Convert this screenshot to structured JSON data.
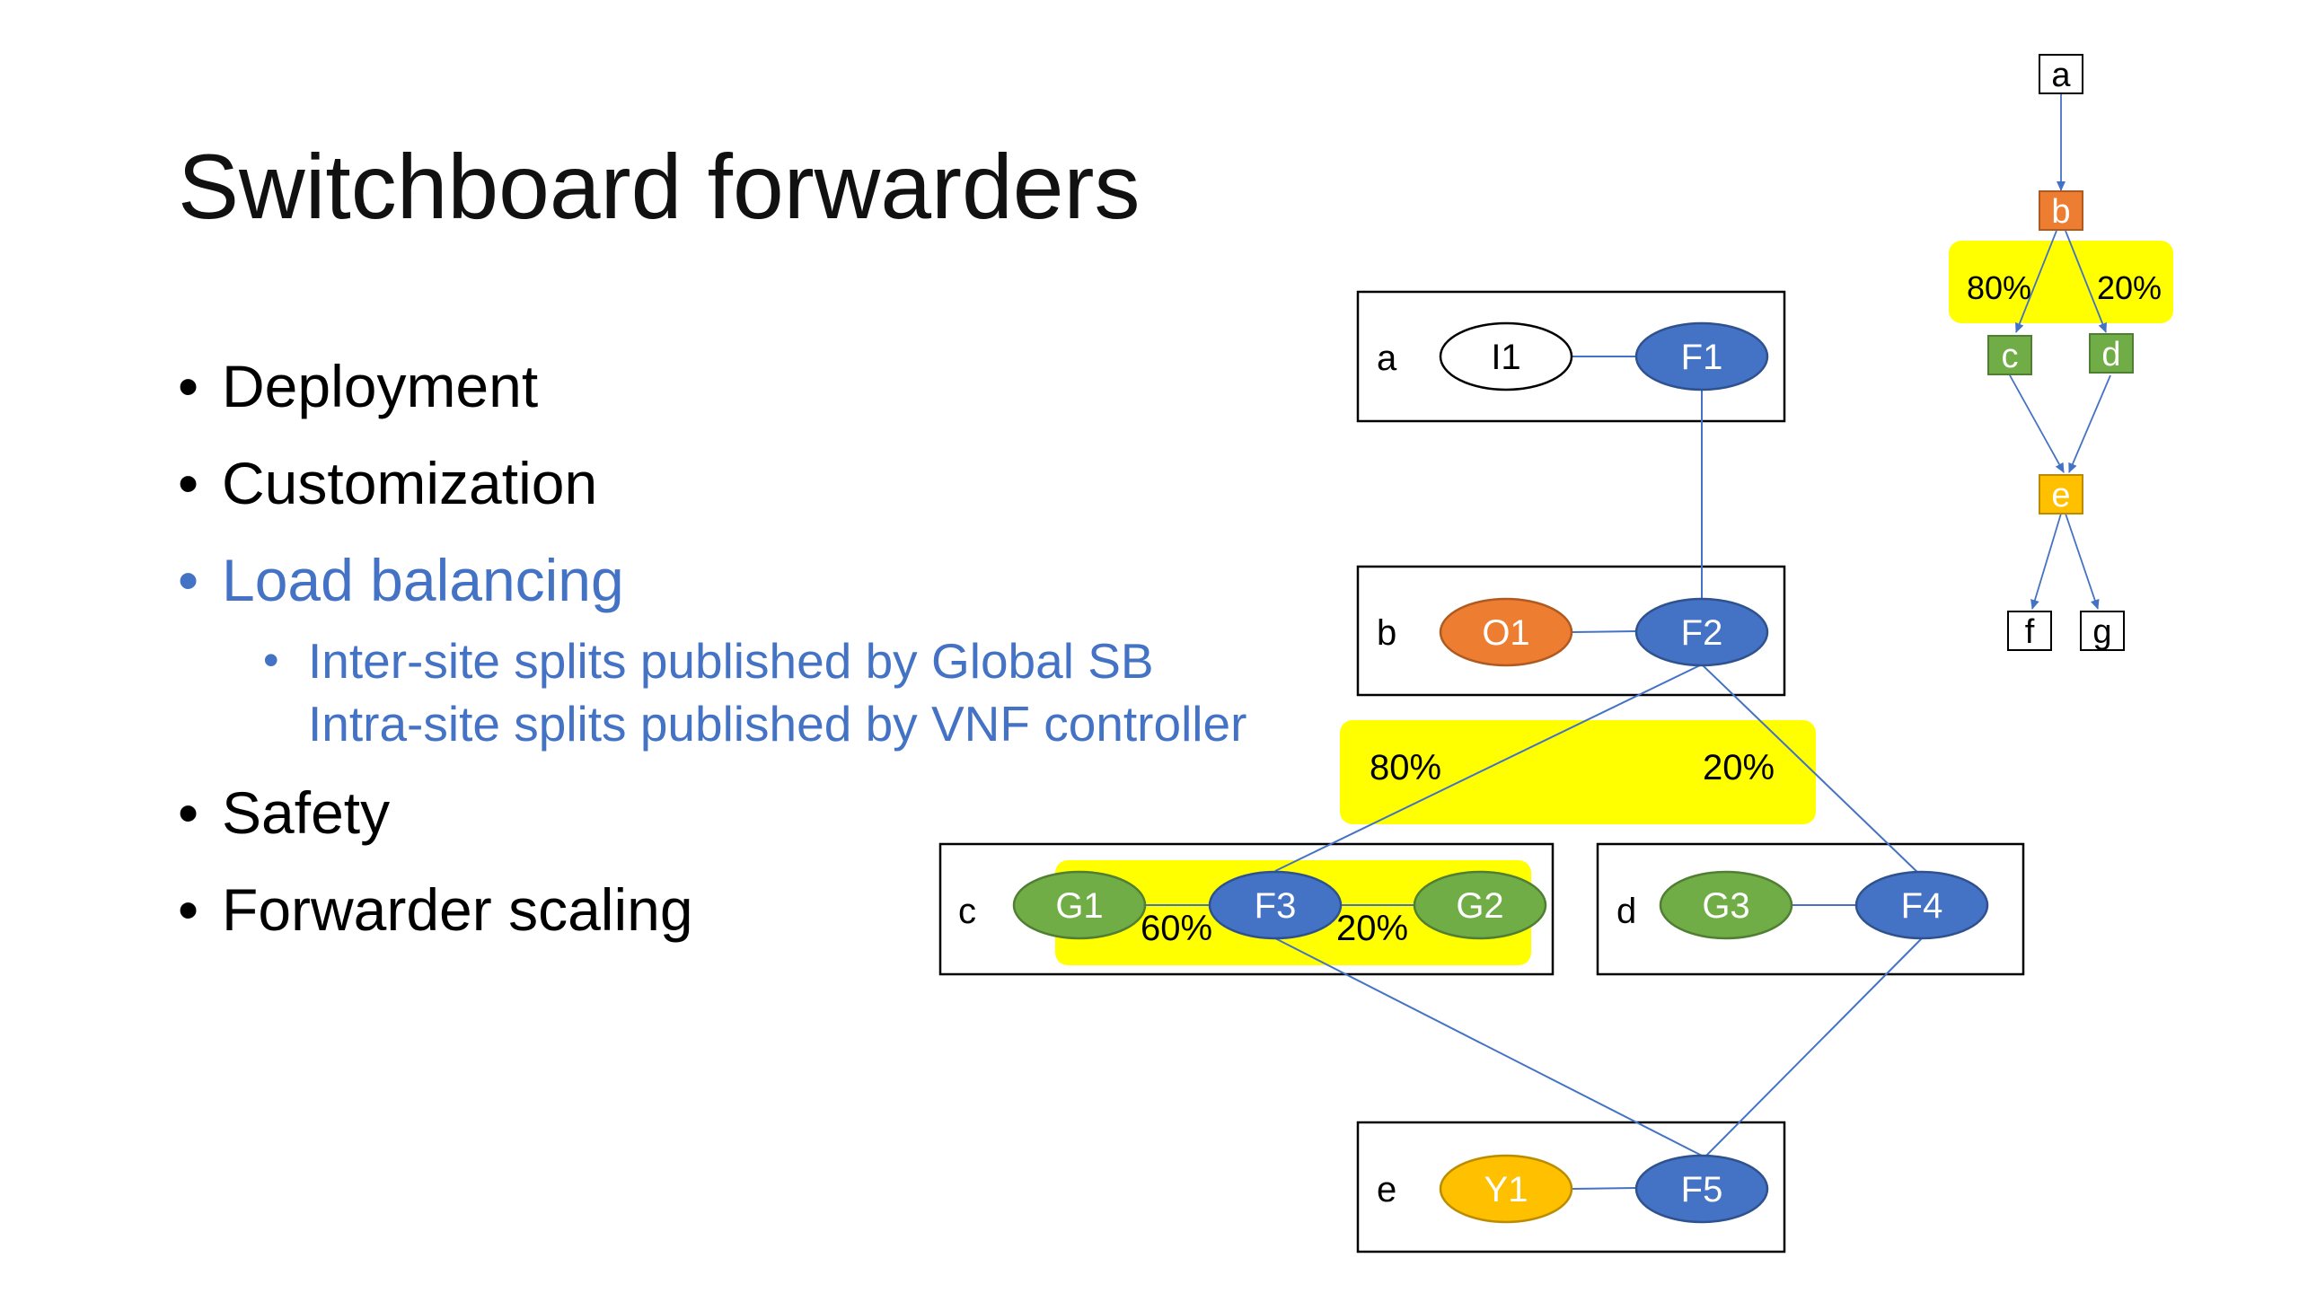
{
  "slide": {
    "title": "Switchboard forwarders",
    "bullets": [
      {
        "text": "Deployment",
        "color": "#000000"
      },
      {
        "text": "Customization",
        "color": "#000000"
      },
      {
        "text": "Load balancing",
        "color": "#4472C4"
      },
      {
        "text": "Safety",
        "color": "#000000"
      },
      {
        "text": "Forwarder scaling",
        "color": "#000000"
      }
    ],
    "sub_bullet": {
      "line1": "Inter-site splits published by Global SB",
      "line2": "Intra-site splits published by VNF controller",
      "color": "#4472C4"
    },
    "bullet_glyph": "•"
  },
  "diagram": {
    "sites": [
      {
        "label": "a",
        "nodes": [
          "I1",
          "F1"
        ]
      },
      {
        "label": "b",
        "nodes": [
          "O1",
          "F2"
        ]
      },
      {
        "label": "c",
        "nodes": [
          "G1",
          "F3",
          "G2"
        ]
      },
      {
        "label": "d",
        "nodes": [
          "G3",
          "F4"
        ]
      },
      {
        "label": "e",
        "nodes": [
          "Y1",
          "F5"
        ]
      }
    ],
    "nodes": {
      "I1": {
        "label": "I1",
        "fill": "#ffffff",
        "text_color": "#000000"
      },
      "F1": {
        "label": "F1",
        "fill": "#4472C4",
        "text_color": "#ffffff"
      },
      "O1": {
        "label": "O1",
        "fill": "#ED7D31",
        "text_color": "#ffffff"
      },
      "F2": {
        "label": "F2",
        "fill": "#4472C4",
        "text_color": "#ffffff"
      },
      "G1": {
        "label": "G1",
        "fill": "#70AD47",
        "text_color": "#ffffff"
      },
      "F3": {
        "label": "F3",
        "fill": "#4472C4",
        "text_color": "#ffffff"
      },
      "G2": {
        "label": "G2",
        "fill": "#70AD47",
        "text_color": "#ffffff"
      },
      "G3": {
        "label": "G3",
        "fill": "#70AD47",
        "text_color": "#ffffff"
      },
      "F4": {
        "label": "F4",
        "fill": "#4472C4",
        "text_color": "#ffffff"
      },
      "Y1": {
        "label": "Y1",
        "fill": "#FFC000",
        "text_color": "#ffffff"
      },
      "F5": {
        "label": "F5",
        "fill": "#4472C4",
        "text_color": "#ffffff"
      }
    },
    "inter_site_split": {
      "left": "80%",
      "right": "20%"
    },
    "intra_site_split": {
      "left": "60%",
      "right": "20%"
    },
    "highlight_color": "#FFFF00",
    "edge_color": "#4472C4"
  },
  "mini_graph": {
    "nodes": {
      "a": {
        "label": "a",
        "fill": "#ffffff",
        "text_color": "#000000"
      },
      "b": {
        "label": "b",
        "fill": "#ED7D31",
        "text_color": "#ffffff"
      },
      "c": {
        "label": "c",
        "fill": "#70AD47",
        "text_color": "#ffffff"
      },
      "d": {
        "label": "d",
        "fill": "#70AD47",
        "text_color": "#ffffff"
      },
      "e": {
        "label": "e",
        "fill": "#FFC000",
        "text_color": "#ffffff"
      },
      "f": {
        "label": "f",
        "fill": "#ffffff",
        "text_color": "#000000"
      },
      "g": {
        "label": "g",
        "fill": "#ffffff",
        "text_color": "#000000"
      }
    },
    "split": {
      "left": "80%",
      "right": "20%"
    }
  }
}
